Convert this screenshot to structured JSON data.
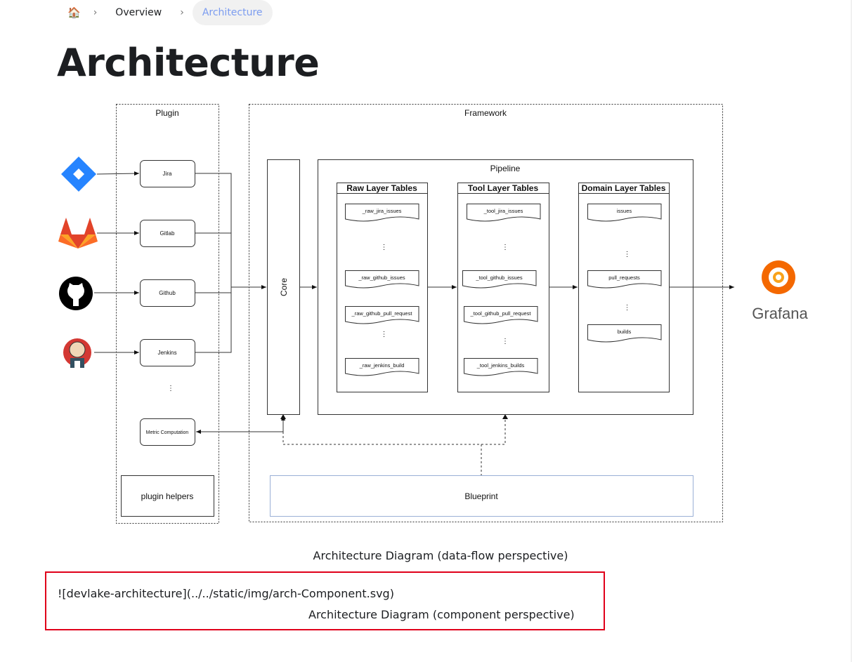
{
  "breadcrumb": {
    "home_icon": "home-icon",
    "items": [
      "Overview",
      "Architecture"
    ]
  },
  "page_title": "Architecture",
  "diagram": {
    "plugin_title": "Plugin",
    "framework_title": "Framework",
    "sources": [
      "jira-logo",
      "gitlab-logo",
      "github-logo",
      "jenkins-logo"
    ],
    "plugins": [
      "Jira",
      "Gitlab",
      "Github",
      "Jenkins"
    ],
    "ellipsis": "⋮",
    "metric": "Metric Computation",
    "helpers": "plugin helpers",
    "core": "Core",
    "pipeline": "Pipeline",
    "raw": {
      "title": "Raw Layer Tables",
      "items": [
        "_raw_jira_issues",
        "_raw_github_issues",
        "_raw_github_pull_request",
        "_raw_jenkins_build"
      ]
    },
    "tool": {
      "title": "Tool Layer  Tables",
      "items": [
        "_tool_jira_issues",
        "_tool_github_issues",
        "_tool_github_pull_request",
        "_tool_jenkins_builds"
      ]
    },
    "domain": {
      "title": "Domain  Layer Tables",
      "items": [
        "issues",
        "pull_requests",
        "builds"
      ]
    },
    "blueprint": "Blueprint",
    "grafana": "Grafana"
  },
  "caption": "Architecture Diagram (data-flow perspective)",
  "highlighted": {
    "line1": "![devlake-architecture](../../static/img/arch-Component.svg)",
    "line2": "Architecture Diagram (component perspective)",
    "border_color": "#e0001a"
  }
}
